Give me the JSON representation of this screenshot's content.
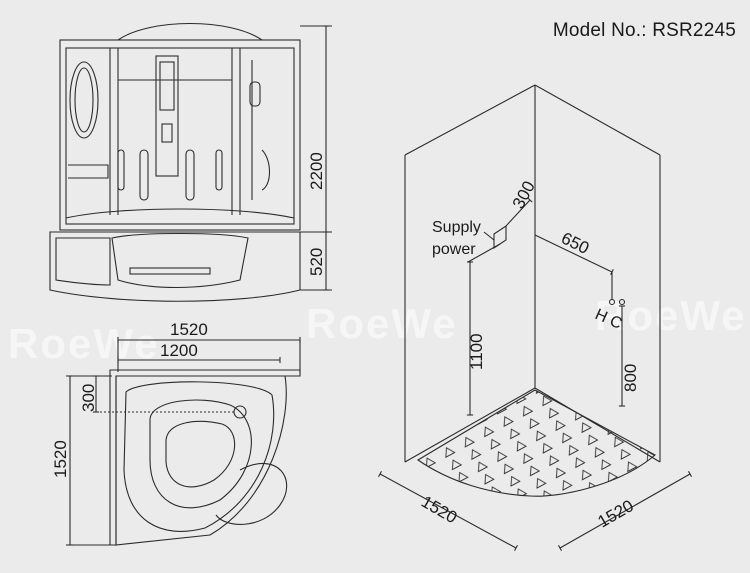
{
  "header": {
    "model_label": "Model No.: RSR2245"
  },
  "watermark": {
    "text": "RoeWe"
  },
  "front_view": {
    "height_total": "2200",
    "base_height": "520"
  },
  "plan_view": {
    "width_outer": "1520",
    "width_inner": "1200",
    "depth": "1520",
    "drain_offset": "300"
  },
  "install_view": {
    "supply_label_1": "Supply",
    "supply_label_2": "power",
    "supply_offset": "300",
    "supply_height": "1100",
    "valve_offset": "650",
    "valve_label": "H C",
    "valve_height": "800",
    "floor_left": "1520",
    "floor_right": "1520"
  },
  "colors": {
    "background": "#ebebeb",
    "line": "#2b2b2b",
    "watermark": "#ffffff"
  }
}
